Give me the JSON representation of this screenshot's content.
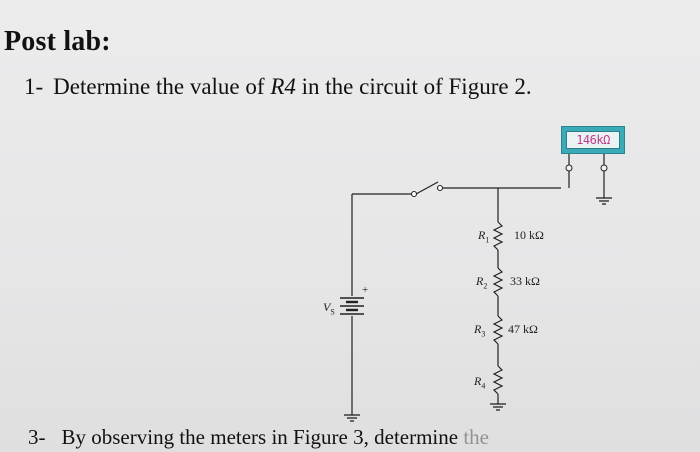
{
  "heading": "Post lab:",
  "question1": {
    "number": "1-",
    "text_before": "Determine the value of ",
    "variable": "R4",
    "text_after": " in the circuit of Figure 2."
  },
  "meter": {
    "reading": "146kΩ"
  },
  "circuit": {
    "source_label": "V",
    "source_subscript": "S",
    "plus_sign": "+",
    "resistors": [
      {
        "name": "R",
        "sub": "1",
        "value": "10 kΩ"
      },
      {
        "name": "R",
        "sub": "2",
        "value": "33 kΩ"
      },
      {
        "name": "R",
        "sub": "3",
        "value": "47 kΩ"
      },
      {
        "name": "R",
        "sub": "4",
        "value": ""
      }
    ]
  },
  "question3": {
    "number": "3-",
    "text": "By observing the meters in Figure 3, determine",
    "faded_tail": "the"
  }
}
